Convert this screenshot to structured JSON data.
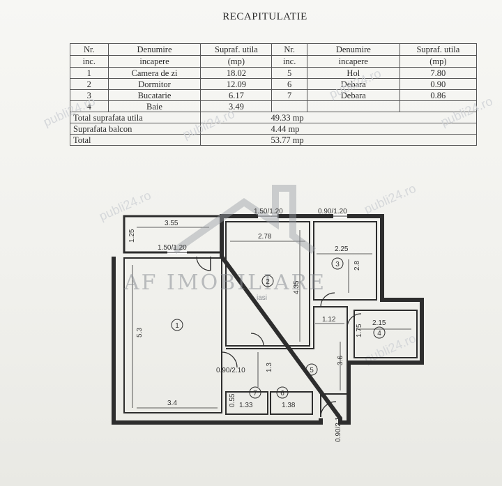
{
  "document": {
    "title": "RECAPITULATIE",
    "table": {
      "headers": [
        [
          "Nr.",
          "inc."
        ],
        [
          "Denumire",
          "incapere"
        ],
        [
          "Supraf. utila",
          "(mp)"
        ],
        [
          "Nr.",
          "inc."
        ],
        [
          "Denumire",
          "incapere"
        ],
        [
          "Supraf. utila",
          "(mp)"
        ]
      ],
      "rows": [
        [
          "1",
          "Camera de zi",
          "18.02",
          "5",
          "Hol",
          "7.80"
        ],
        [
          "2",
          "Dormitor",
          "12.09",
          "6",
          "Debara",
          "0.90"
        ],
        [
          "3",
          "Bucatarie",
          "6.17",
          "7",
          "Debara",
          "0.86"
        ],
        [
          "4",
          "Baie",
          "3.49",
          "",
          "",
          ""
        ]
      ],
      "totals": [
        {
          "label": "Total suprafata utila",
          "value": "49.33 mp"
        },
        {
          "label": "Suprafata balcon",
          "value": "4.44 mp"
        },
        {
          "label": "Total",
          "value": "53.77 mp"
        }
      ]
    }
  },
  "floor_plan": {
    "brand": "AF IMOBILIARE",
    "brand_sub": "iasi",
    "watermark": "publi24.ro",
    "rooms": [
      {
        "num": "1"
      },
      {
        "num": "2"
      },
      {
        "num": "3"
      },
      {
        "num": "4"
      },
      {
        "num": "5"
      },
      {
        "num": "6"
      },
      {
        "num": "7"
      }
    ],
    "dimensions": {
      "balcony_width": "3.55",
      "balcony_depth": "1.25",
      "window_living": "1.50/1.20",
      "window_bedroom": "1.50/1.20",
      "window_kitchen": "0.90/1.20",
      "bedroom_width": "2.78",
      "bedroom_depth": "4.35",
      "kitchen_width": "2.25",
      "kitchen_depth": "2.8",
      "living_depth": "5.3",
      "living_width": "3.4",
      "bath_width": "2.15",
      "bath_depth": "1.75",
      "hall_top": "1.12",
      "hall_side": "3.6",
      "hall_depth": "1.3",
      "door_interior": "0.90/2.10",
      "closet_small": "0.55",
      "closet7_width": "1.33",
      "closet6_width": "1.38",
      "door_entry": "0.90/2.10"
    }
  }
}
